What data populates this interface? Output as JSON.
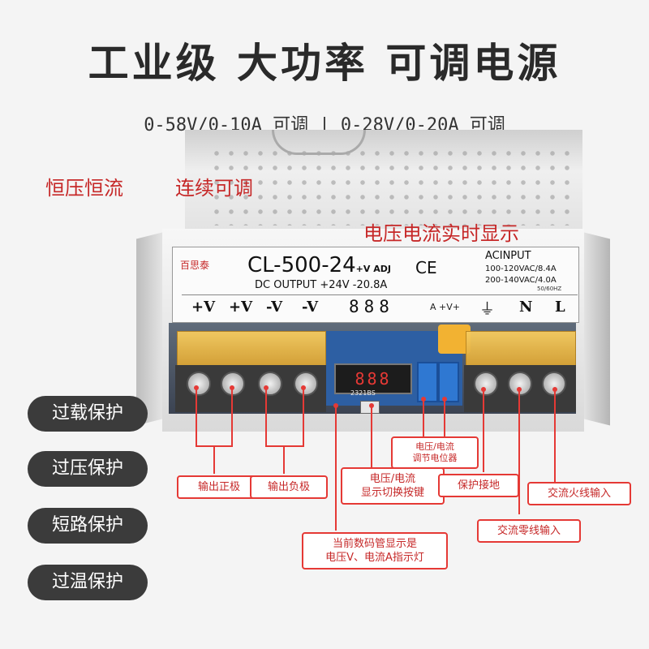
{
  "title": "工业级 大功率 可调电源",
  "subtitle": "0-58V/0-10A 可调 | 0-28V/0-20A 可调",
  "colors": {
    "accent_red": "#c62828",
    "border_red": "#e53935",
    "pill_bg": "#3b3b3b"
  },
  "features_left": [
    "恒压恒流",
    "连续可调"
  ],
  "realtime": "电压电流实时显示",
  "device": {
    "brand": "百思泰",
    "model": "CL-500-24",
    "adj": "+V ADJ",
    "ce": "CE",
    "dc_output": "DC OUTPUT +24V -20.8A",
    "ac_input": "ACINPUT",
    "ac_line1": "100-120VAC/8.4A",
    "ac_line2": "200-140VAC/4.0A",
    "hz": "50/60HZ",
    "terms": [
      "+V",
      "+V",
      "-V",
      "-V",
      "N",
      "L"
    ],
    "segments": "888",
    "av_mark": "A +V+",
    "lcd": "888",
    "silk": "2321BS"
  },
  "protections": [
    "过载保护",
    "过压保护",
    "短路保护",
    "过温保护"
  ],
  "callouts": {
    "pos": "输出正极",
    "neg": "输出负极",
    "switch": [
      "电压/电流",
      "显示切换按键"
    ],
    "pot": [
      "电压/电流",
      "调节电位器"
    ],
    "ground": "保护接地",
    "live": "交流火线输入",
    "neutral": "交流零线输入",
    "indicator": [
      "当前数码管显示是",
      "电压V、电流A指示灯"
    ]
  }
}
